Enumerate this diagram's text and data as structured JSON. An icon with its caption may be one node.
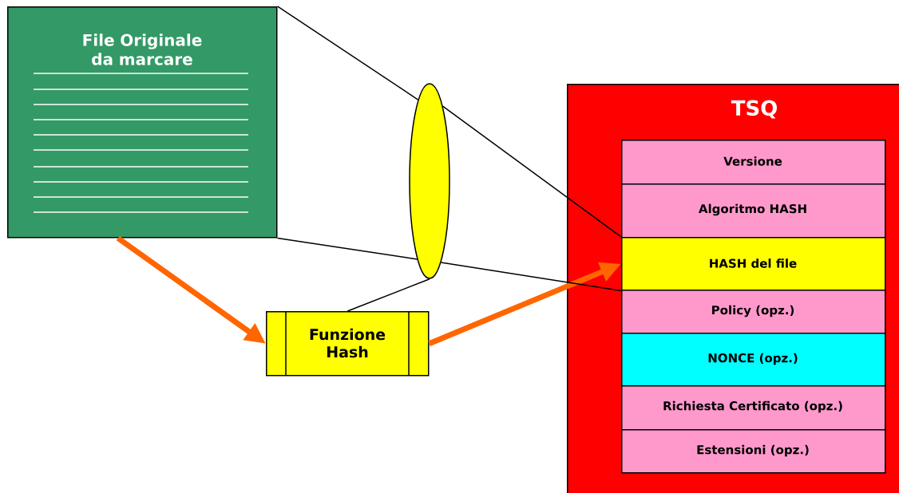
{
  "diagram": {
    "nodes": [
      {
        "text": [
          "File Originale da marcare"
        ]
      },
      {
        "text": [],
        "shape": "ellipse"
      },
      {
        "text": [
          "Funzione Hash"
        ]
      },
      {
        "text": [
          "TSQ"
        ]
      },
      {
        "text": [
          "Versione"
        ],
        "in": 3
      },
      {
        "text": [
          "Algoritmo HASH"
        ],
        "in": 3
      },
      {
        "text": [
          "HASH del file"
        ],
        "in": 3
      },
      {
        "text": [
          "Policy (opz.)"
        ],
        "in": 3
      },
      {
        "text": [
          "NONCE (opz.)"
        ],
        "in": 3
      },
      {
        "text": [
          "Richiesta Certificato (opz.)"
        ],
        "in": 3
      },
      {
        "text": [
          "Estensioni (opz.)"
        ],
        "in": 3
      }
    ],
    "edges": [
      {
        "from": 0,
        "to": 2,
        "arrow": "to",
        "style": "thick",
        "color": "#ff6600"
      },
      {
        "from": 2,
        "to": 6,
        "arrow": "to",
        "style": "thick",
        "color": "#ff6600"
      },
      {
        "from": 0,
        "to": 1,
        "arrow": "none"
      },
      {
        "from": 1,
        "to": 6,
        "arrow": "none"
      },
      {
        "from": 0,
        "to": 1,
        "arrow": "none"
      },
      {
        "from": 1,
        "to": 6,
        "arrow": "none"
      },
      {
        "from": 1,
        "to": 2,
        "arrow": "none"
      }
    ]
  }
}
